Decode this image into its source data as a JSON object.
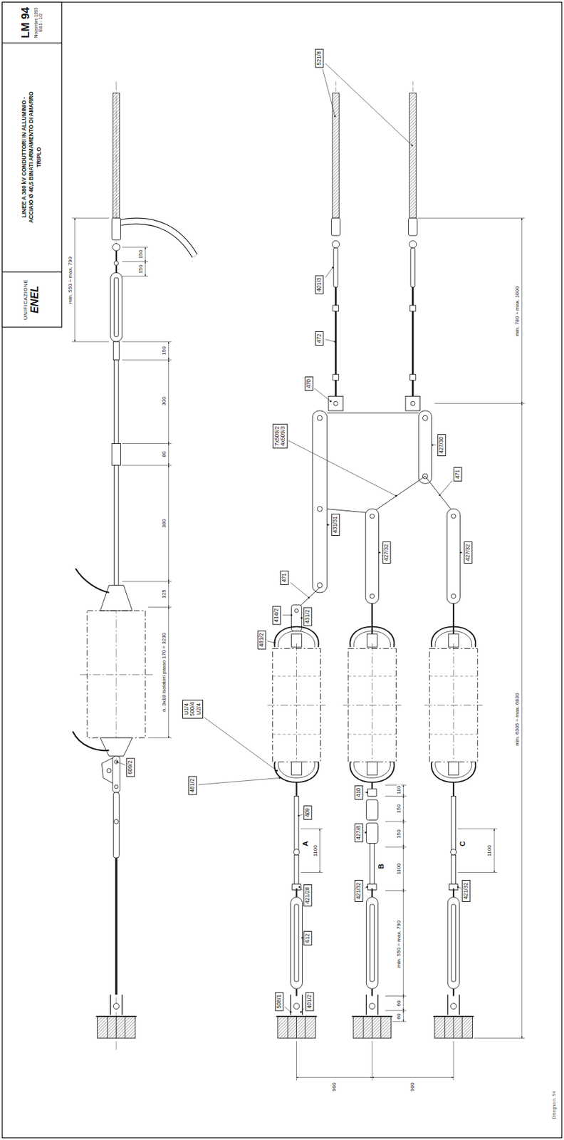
{
  "diagram": {
    "nodes": [
      {
        "text": [
          "UNIFICAZIONE",
          "ENEL"
        ]
      },
      {
        "text": [
          "LINEE A 380 kV CONDUTTORI IN ALLUMINIO - ACCIAIO Ø 40,5 BINATI ARMAMENTO DI AMARRO TRIPLO"
        ]
      },
      {
        "text": [
          "LM 94",
          "Novembre 1993 Ed.1 - 1/2"
        ]
      },
      {
        "text": [
          "609/2"
        ]
      },
      {
        "text": [
          "521/8"
        ]
      },
      {
        "text": [
          "401/3"
        ]
      },
      {
        "text": [
          "472"
        ]
      },
      {
        "text": [
          "470"
        ]
      },
      {
        "text": [
          "7x509/2 4x509/3"
        ]
      },
      {
        "text": [
          "427/30"
        ]
      },
      {
        "text": [
          "471"
        ]
      },
      {
        "text": [
          "431/31"
        ]
      },
      {
        "text": [
          "471"
        ]
      },
      {
        "text": [
          "414/2"
        ]
      },
      {
        "text": [
          "431/2"
        ]
      },
      {
        "text": [
          "427/32"
        ]
      },
      {
        "text": [
          "427/32"
        ]
      },
      {
        "text": [
          "481/2"
        ]
      },
      {
        "text": [
          "U1/4 500/4 U2/4"
        ]
      },
      {
        "text": [
          "481/2"
        ]
      },
      {
        "text": [
          "409"
        ]
      },
      {
        "text": [
          "421/28"
        ]
      },
      {
        "text": [
          "612"
        ]
      },
      {
        "text": [
          "508/1"
        ]
      },
      {
        "text": [
          "401/2"
        ]
      },
      {
        "text": [
          "410"
        ]
      },
      {
        "text": [
          "427/8"
        ]
      },
      {
        "text": [
          "421/32"
        ]
      },
      {
        "text": [
          "421/32"
        ]
      }
    ],
    "labels": [
      "150",
      "150",
      "min. 550 ÷ max. 790",
      "150",
      "300",
      "80",
      "380",
      "125",
      "n. 3x18 isolatori passo 170 = 3230",
      "min. 780 ÷ max. 1000",
      "min. 6305 ÷ max. 6830",
      "A",
      "1100",
      "110",
      "150",
      "150",
      "B",
      "1100",
      "min. 550 ÷ max. 790",
      "60",
      "60",
      "C",
      "1100",
      "900",
      "900",
      "Disegno n. 94"
    ]
  }
}
